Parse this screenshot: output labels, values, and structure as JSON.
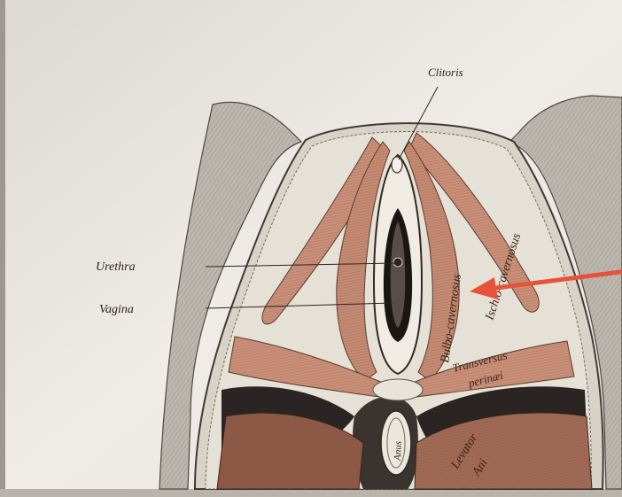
{
  "labels": {
    "clitoris": "Clitoris",
    "urethra": "Urethra",
    "vagina": "Vagina",
    "bulbo": "Bulbo-cavernosus",
    "ischio": "Ischio-cavernosus",
    "transversus_line1": "Transversus",
    "transversus_line2": "perinæi",
    "anus": "Anus",
    "levator_line1": "Levator",
    "levator_line2": "Ani"
  },
  "colors": {
    "background": "#efece4",
    "muscle": "#c98f78",
    "muscle_dark": "#8e5a47",
    "skin": "#d9d5cc",
    "pointer_arrow": "#e8523a"
  }
}
